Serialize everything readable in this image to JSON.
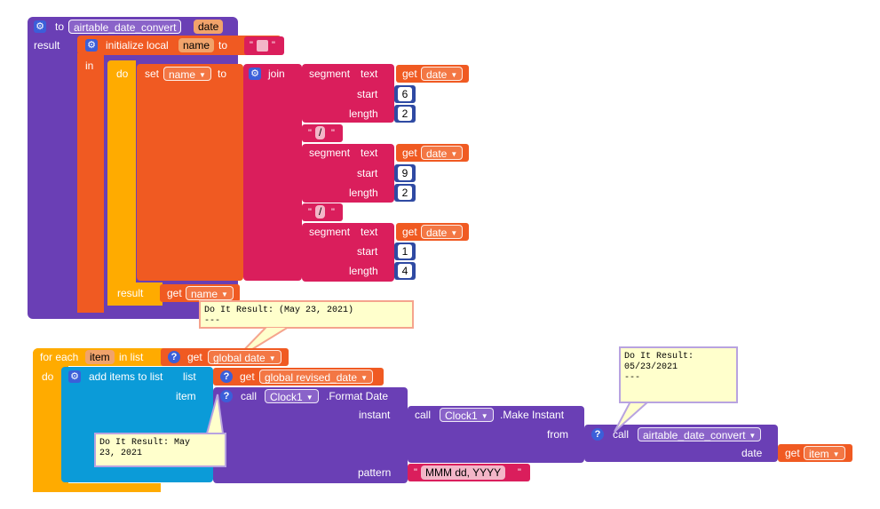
{
  "colors": {
    "procedure": "#6a3fb5",
    "local": "#f05a22",
    "control": "#ffab00",
    "text": "#da1e5c",
    "math": "#2f4aa3",
    "list": "#0b9bd8",
    "component": "#6a3fb5",
    "tooltip_bg": "#ffffcc"
  },
  "procedure": {
    "to_label": "to",
    "name": "airtable_date_convert",
    "param": "date",
    "result_label": "result",
    "initialize_label": "initialize local",
    "local_name": "name",
    "to2": "to",
    "empty_text_open": "\"",
    "empty_text_close": "\"",
    "in_label": "in",
    "do_label": "do",
    "set_label": "set",
    "set_var": "name",
    "set_to": "to",
    "join_label": "join",
    "segments": [
      {
        "segment": "segment",
        "text": "text",
        "get": "get",
        "var": "date",
        "start_label": "start",
        "start": "6",
        "length_label": "length",
        "length": "2"
      },
      {
        "segment": "segment",
        "text": "text",
        "get": "get",
        "var": "date",
        "start_label": "start",
        "start": "9",
        "length_label": "length",
        "length": "2"
      },
      {
        "segment": "segment",
        "text": "text",
        "get": "get",
        "var": "date",
        "start_label": "start",
        "start": "1",
        "length_label": "length",
        "length": "4"
      }
    ],
    "slash_text": "/",
    "slash_open": "\"",
    "slash_close": "\"",
    "result2_label": "result",
    "result_get": "get",
    "result_var": "name"
  },
  "tooltip1": "Do It Result: (May 23, 2021)\n---",
  "foreach": {
    "for_each": "for each",
    "item": "item",
    "in_list": "in list",
    "get": "get",
    "list_var": "global date",
    "do": "do",
    "add_items": "add items to list",
    "list_label": "list",
    "get2": "get",
    "revised": "global revised_date",
    "item_label": "item",
    "call": "call",
    "clock1": "Clock1",
    "format_date": ".Format Date",
    "instant_label": "instant",
    "call2": "call",
    "clock2": "Clock1",
    "make_instant": ".Make Instant",
    "from_label": "from",
    "call3": "call",
    "proc": "airtable_date_convert",
    "date_label": "date",
    "get3": "get",
    "item_var": "item",
    "pattern_label": "pattern",
    "pattern_open": "\"",
    "pattern": "MMM dd, YYYY",
    "pattern_close": "\""
  },
  "tooltip2": "Do It Result: May\n23, 2021",
  "tooltip3": "Do It Result:\n05/23/2021\n---"
}
